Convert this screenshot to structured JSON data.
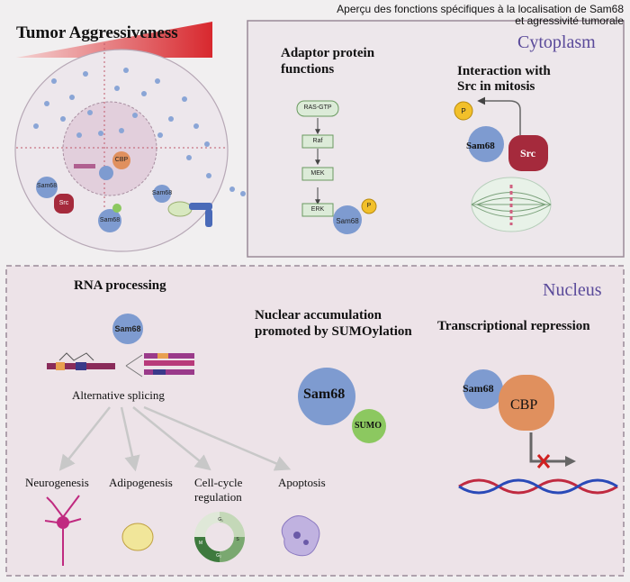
{
  "header": {
    "title_line1": "Aperçu des fonctions spécifiques à la localisation de Sam68",
    "title_line2": "et agressivité tumorale"
  },
  "left_panel": {
    "title": "Tumor Aggressiveness",
    "labels": {
      "sam68_a": "Sam68",
      "src": "Src",
      "cbp": "CBP",
      "sam68_b": "Sam68",
      "sam68_c": "Sam68"
    }
  },
  "cytoplasm": {
    "title": "Cytoplasm",
    "adaptor_title": "Adaptor protein functions",
    "pathway": [
      "RAS-GTP",
      "Raf",
      "MEK",
      "ERK"
    ],
    "erk_partner": "Sam68",
    "phospho": "P",
    "interaction_title_line1": "Interaction with",
    "interaction_title_line2": "Src in mitosis",
    "interaction_sam68": "Sam68",
    "interaction_src": "Src"
  },
  "nucleus": {
    "title": "Nucleus",
    "rna_title": "RNA processing",
    "rna_sam68": "Sam68",
    "splicing_label": "Alternative splicing",
    "outcomes": [
      "Neurogenesis",
      "Adipogenesis",
      "Cell-cycle regulation",
      "Apoptosis"
    ],
    "cell_cycle_phases": [
      "G₁",
      "S",
      "G₂",
      "M"
    ],
    "accum_line1": "Nuclear accumulation",
    "accum_line2": "promoted by SUMOylation",
    "accum_sam68": "Sam68",
    "sumo": "SUMO",
    "repression_title": "Transcriptional repression",
    "repression_sam68": "Sam68",
    "repression_cbp": "CBP"
  },
  "colors": {
    "accent_title": "#5a4a9a",
    "panel_border": "#9a8a98",
    "sam68_blue": "#7e9bd0",
    "src_red": "#a52a3c",
    "cbp_orange": "#e0905e",
    "sumo_green": "#8cc860",
    "phospho_yellow": "#f2c02a",
    "triangle_red": "#d8282e"
  }
}
